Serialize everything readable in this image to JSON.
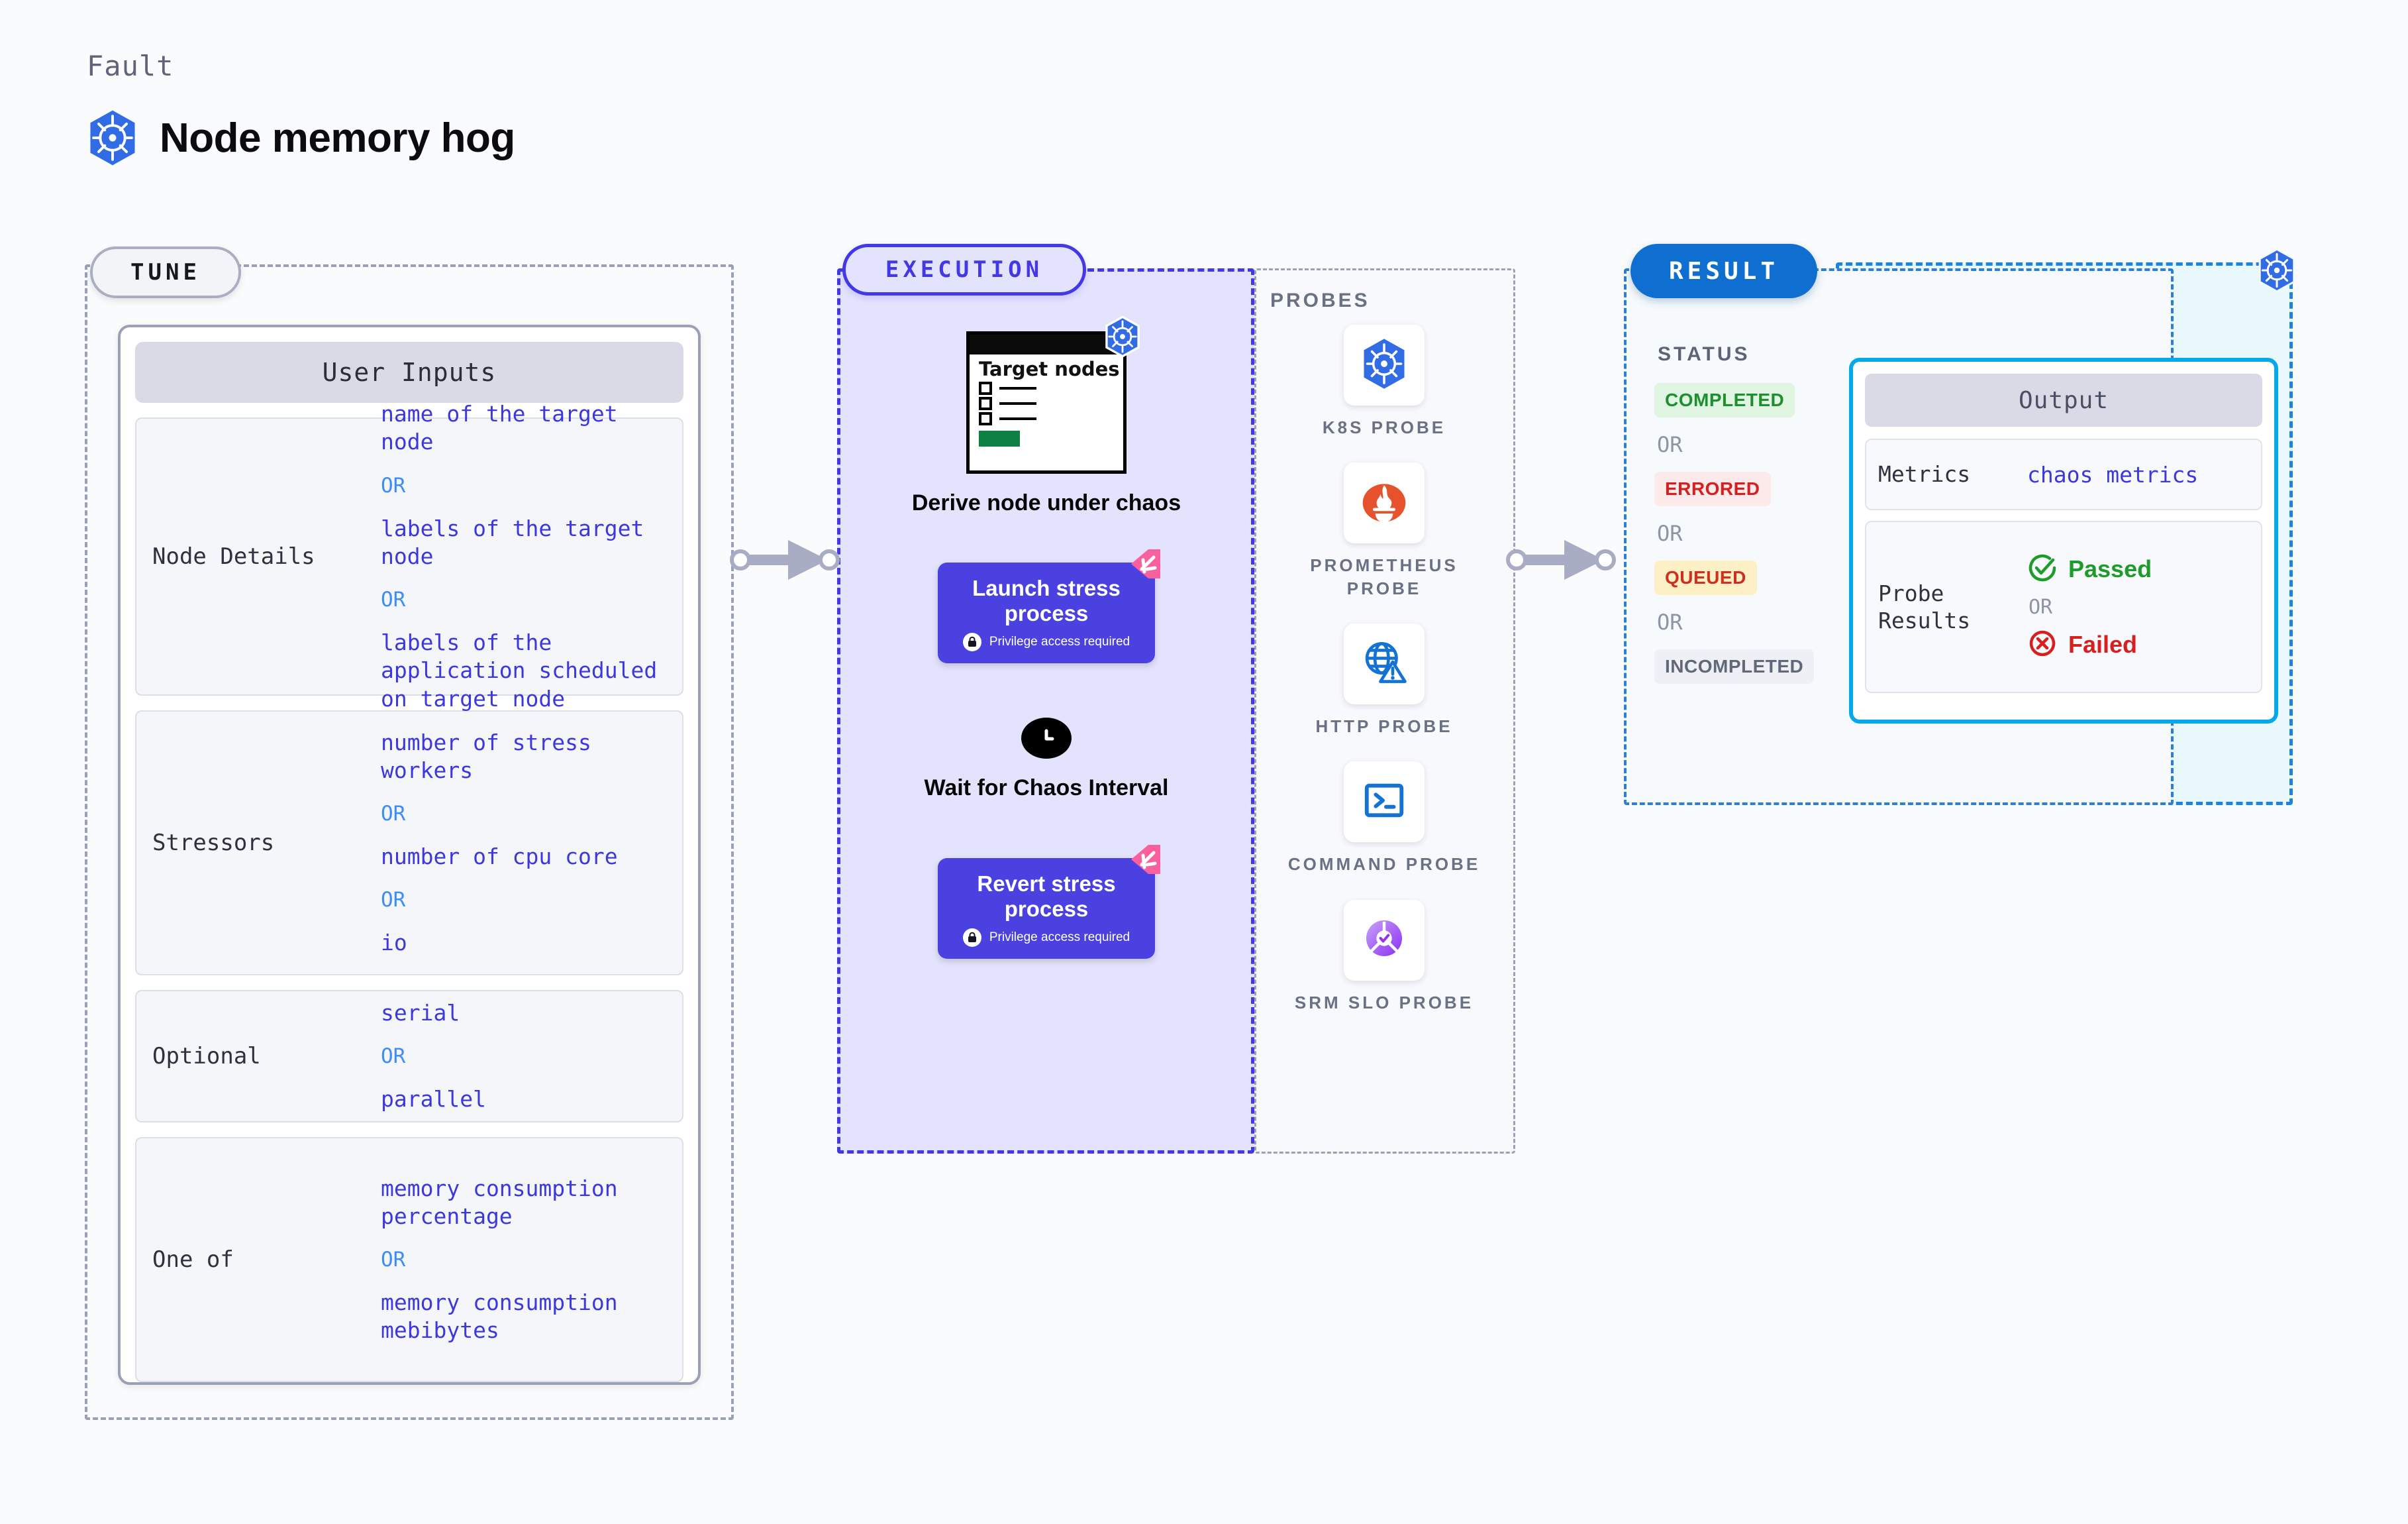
{
  "header": {
    "fault_label": "Fault",
    "fault_title": "Node memory hog",
    "logo": "kubernetes-icon"
  },
  "tune": {
    "badge": "TUNE",
    "card_title": "User Inputs",
    "groups": [
      {
        "label": "Node Details",
        "values": [
          "name of the target node",
          "labels of the target node",
          "labels of the application scheduled on target node"
        ],
        "separator": "OR"
      },
      {
        "label": "Stressors",
        "values": [
          "number of stress workers",
          "number of cpu core",
          "io"
        ],
        "separator": "OR"
      },
      {
        "label": "Optional",
        "values": [
          "serial",
          "parallel"
        ],
        "separator": "OR"
      },
      {
        "label": "One of",
        "values": [
          "memory consumption percentage",
          "memory consumption mebibytes"
        ],
        "separator": "OR"
      }
    ]
  },
  "execution": {
    "badge": "EXECUTION",
    "window": {
      "title": "Target nodes",
      "logo": "kubernetes-icon"
    },
    "steps": [
      {
        "caption": "Derive node under chaos"
      },
      {
        "title": "Launch stress process",
        "subtitle": "Privilege access required",
        "lock": "lock-icon",
        "ribbon": "litmus-ribbon-icon"
      },
      {
        "caption": "Wait for Chaos Interval",
        "icon": "clock-icon"
      },
      {
        "title": "Revert stress process",
        "subtitle": "Privilege access required",
        "lock": "lock-icon",
        "ribbon": "litmus-ribbon-icon"
      }
    ]
  },
  "probes": {
    "title": "PROBES",
    "items": [
      {
        "name": "K8S PROBE",
        "icon": "kubernetes-icon"
      },
      {
        "name": "PROMETHEUS PROBE",
        "icon": "prometheus-icon"
      },
      {
        "name": "HTTP PROBE",
        "icon": "globe-warning-icon"
      },
      {
        "name": "COMMAND PROBE",
        "icon": "terminal-icon"
      },
      {
        "name": "SRM SLO PROBE",
        "icon": "srm-slo-icon"
      }
    ]
  },
  "result": {
    "badge": "RESULT",
    "status_title": "STATUS",
    "separator": "OR",
    "statuses": [
      {
        "label": "COMPLETED",
        "bg": "#e0f5e2",
        "color": "#1d8f2e"
      },
      {
        "label": "ERRORED",
        "bg": "#fdeaea",
        "color": "#d42020"
      },
      {
        "label": "QUEUED",
        "bg": "#fdf0c6",
        "color": "#cf2f1f"
      },
      {
        "label": "INCOMPLETED",
        "bg": "#eff0f5",
        "color": "#616879"
      }
    ],
    "logo": "kubernetes-icon",
    "output": {
      "title": "Output",
      "metrics_label": "Metrics",
      "metrics_value": "chaos metrics",
      "probe_results_label": "Probe Results",
      "passed": "Passed",
      "failed": "Failed",
      "separator": "OR",
      "passed_icon": "check-circle-icon",
      "failed_icon": "x-circle-icon"
    }
  },
  "colors": {
    "accent_purple": "#4338e8",
    "accent_blue": "#0f6fd1",
    "accent_cyan": "#03a9e8",
    "value_blue": "#3c38e0",
    "or_blue": "#3f8ef5",
    "ribbon_pink": "#fa5f9e",
    "pass_green": "#1d9c2a",
    "fail_red": "#d81f1f"
  },
  "connectors": [
    {
      "name": "tune-to-execution"
    },
    {
      "name": "execution-to-result"
    }
  ]
}
